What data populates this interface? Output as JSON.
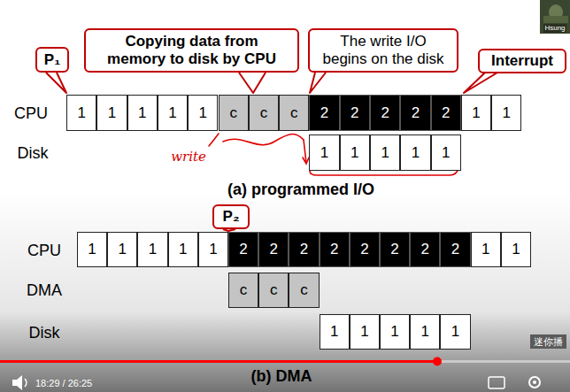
{
  "diagram": {
    "nodes": [
      {
        "text": [
          "P₁"
        ]
      },
      {
        "text": [
          "Copying data from memory to disk by CPU"
        ]
      },
      {
        "text": [
          "The write I/O begins on the disk"
        ]
      },
      {
        "text": [
          "Interrupt"
        ]
      },
      {
        "text": [
          "1"
        ]
      },
      {
        "text": [
          "1"
        ]
      },
      {
        "text": [
          "1"
        ]
      },
      {
        "text": [
          "1"
        ]
      },
      {
        "text": [
          "1"
        ]
      },
      {
        "text": [
          "c"
        ]
      },
      {
        "text": [
          "c"
        ]
      },
      {
        "text": [
          "c"
        ]
      },
      {
        "text": [
          "2"
        ]
      },
      {
        "text": [
          "2"
        ]
      },
      {
        "text": [
          "2"
        ]
      },
      {
        "text": [
          "2"
        ]
      },
      {
        "text": [
          "2"
        ]
      },
      {
        "text": [
          "1"
        ]
      },
      {
        "text": [
          "1"
        ]
      },
      {
        "text": [
          "1"
        ]
      },
      {
        "text": [
          "1"
        ]
      },
      {
        "text": [
          "1"
        ]
      },
      {
        "text": [
          "1"
        ]
      },
      {
        "text": [
          "1"
        ]
      },
      {
        "text": [
          "P₂"
        ]
      },
      {
        "text": [
          "1"
        ]
      },
      {
        "text": [
          "1"
        ]
      },
      {
        "text": [
          "1"
        ]
      },
      {
        "text": [
          "1"
        ]
      },
      {
        "text": [
          "1"
        ]
      },
      {
        "text": [
          "2"
        ]
      },
      {
        "text": [
          "2"
        ]
      },
      {
        "text": [
          "2"
        ]
      },
      {
        "text": [
          "2"
        ]
      },
      {
        "text": [
          "2"
        ]
      },
      {
        "text": [
          "2"
        ]
      },
      {
        "text": [
          "2"
        ]
      },
      {
        "text": [
          "2"
        ]
      },
      {
        "text": [
          "1"
        ]
      },
      {
        "text": [
          "1"
        ]
      },
      {
        "text": [
          "c"
        ]
      },
      {
        "text": [
          "c"
        ]
      },
      {
        "text": [
          "c"
        ]
      },
      {
        "text": [
          "1"
        ]
      },
      {
        "text": [
          "1"
        ]
      },
      {
        "text": [
          "1"
        ]
      },
      {
        "text": [
          "1"
        ]
      },
      {
        "text": [
          "1"
        ]
      }
    ],
    "labels": [
      "CPU",
      "Disk",
      "write",
      "(a) programmed I/O",
      "CPU",
      "DMA",
      "Disk",
      "(b) DMA",
      "迷你播",
      "18:29 / 26:25",
      "Hsung"
    ]
  }
}
